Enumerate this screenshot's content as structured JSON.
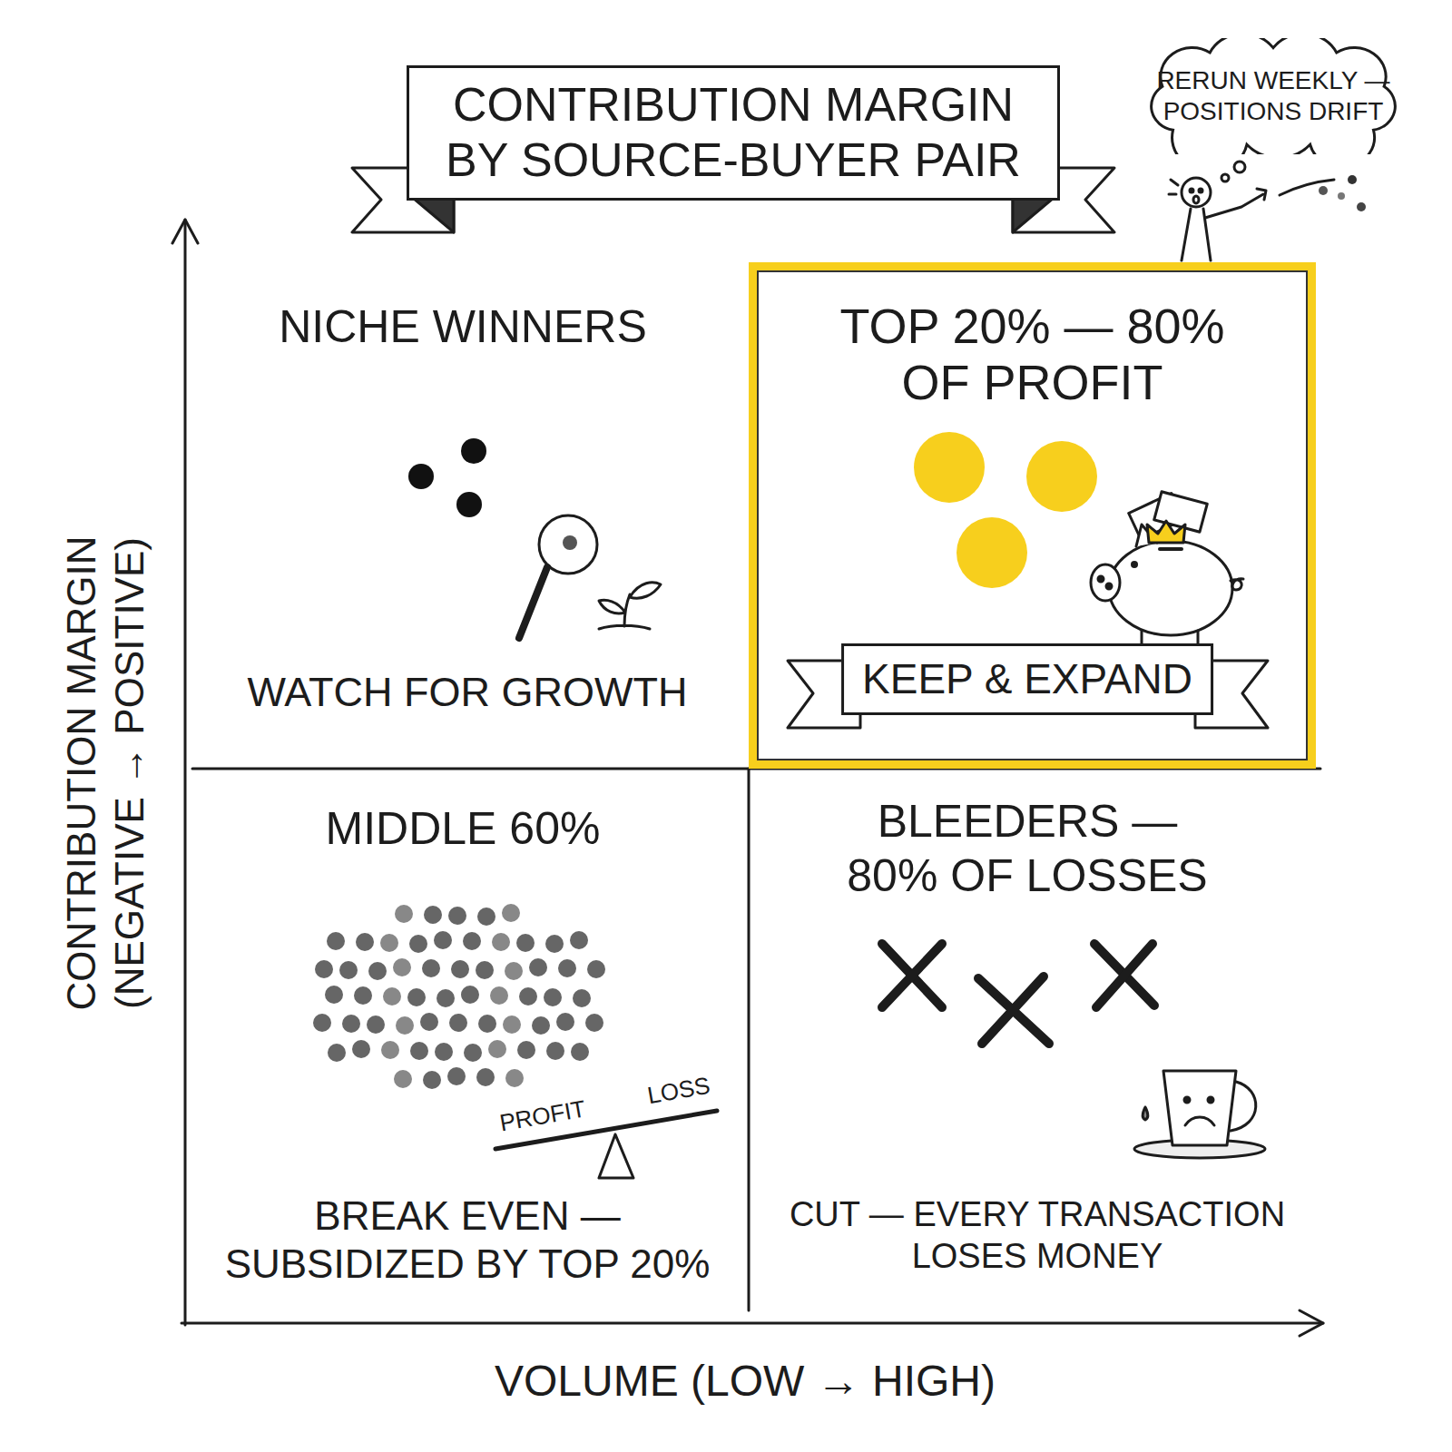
{
  "diagram": {
    "title": "CONTRIBUTION MARGIN BY SOURCE-BUYER PAIR",
    "nodes": [
      {
        "text": [
          "RERUN WEEKLY — POSITIONS DRIFT"
        ]
      },
      {
        "text": [
          "TOP 20% — 80% OF PROFIT"
        ]
      },
      {
        "text": [
          "KEEP & EXPAND"
        ],
        "in": 1
      }
    ],
    "labels": [
      "NICHE WINNERS",
      "WATCH FOR GROWTH",
      "MIDDLE 60%",
      "PROFIT",
      "LOSS",
      "BREAK EVEN — SUBSIDIZED BY TOP 20%",
      "BLEEDERS — 80% OF LOSSES",
      "CUT — EVERY TRANSACTION LOSES MONEY",
      "CONTRIBUTION MARGIN (NEGATIVE → POSITIVE)",
      "VOLUME (LOW → HIGH)"
    ]
  }
}
